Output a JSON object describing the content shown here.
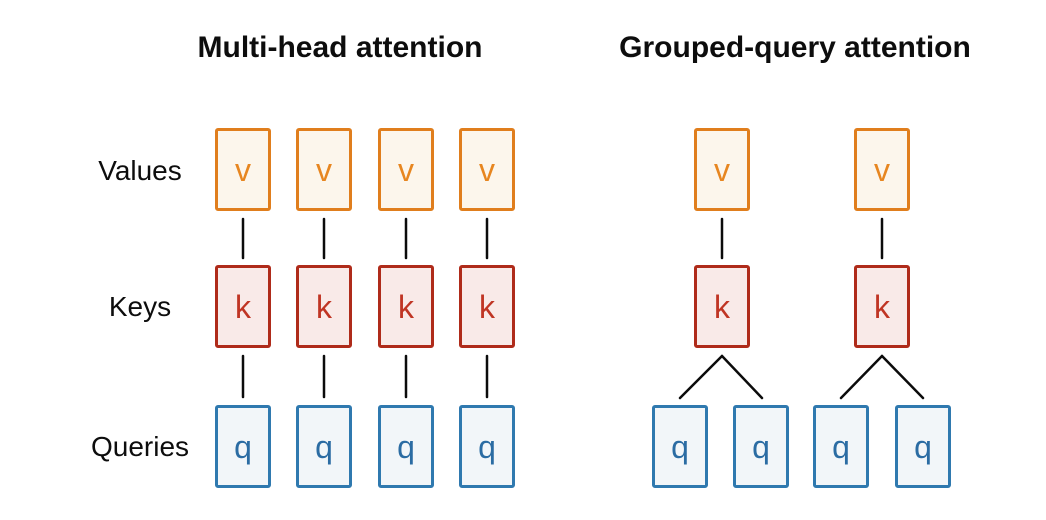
{
  "panels": {
    "multi_head": {
      "title": "Multi-head attention",
      "heads": 4,
      "values": [
        "v",
        "v",
        "v",
        "v"
      ],
      "keys": [
        "k",
        "k",
        "k",
        "k"
      ],
      "queries": [
        "q",
        "q",
        "q",
        "q"
      ]
    },
    "grouped_query": {
      "title": "Grouped-query attention",
      "groups": 2,
      "queries_per_group": 2,
      "values": [
        "v",
        "v"
      ],
      "keys": [
        "k",
        "k"
      ],
      "queries": [
        "q",
        "q",
        "q",
        "q"
      ]
    }
  },
  "row_labels": {
    "values": "Values",
    "keys": "Keys",
    "queries": "Queries"
  },
  "colors": {
    "v-border": "#E07E1D",
    "v-fill": "#FCF6EC",
    "v-letter": "#E78620",
    "k-border": "#AF2B1A",
    "k-fill": "#F9EAE8",
    "k-letter": "#C03524",
    "q-border": "#2F79AF",
    "q-fill": "#F2F6F9",
    "q-letter": "#2B6CA3",
    "connector": "#0B0B0B",
    "text": "#0D0D0D",
    "background": "#FFFFFF"
  }
}
